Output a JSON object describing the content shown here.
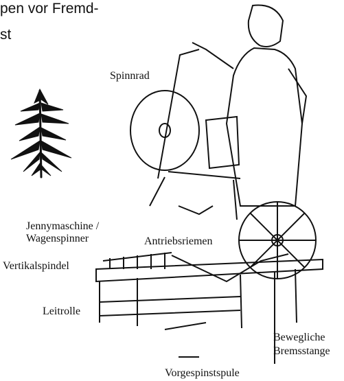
{
  "text_fragments": {
    "line1": "pen vor Fremd-",
    "line2": "st"
  },
  "labels": {
    "spinnrad": "Spinnrad",
    "jenny_line1": "Jennymaschine /",
    "jenny_line2": "Wagenspinner",
    "antriebsriemen": "Antriebsriemen",
    "vertikalspindel": "Vertikalspindel",
    "leitrolle": "Leitrolle",
    "bewegliche": "Bewegliche",
    "bremsstange": "Bremsstange",
    "vorgespinstspule": "Vorgespinstspule"
  }
}
